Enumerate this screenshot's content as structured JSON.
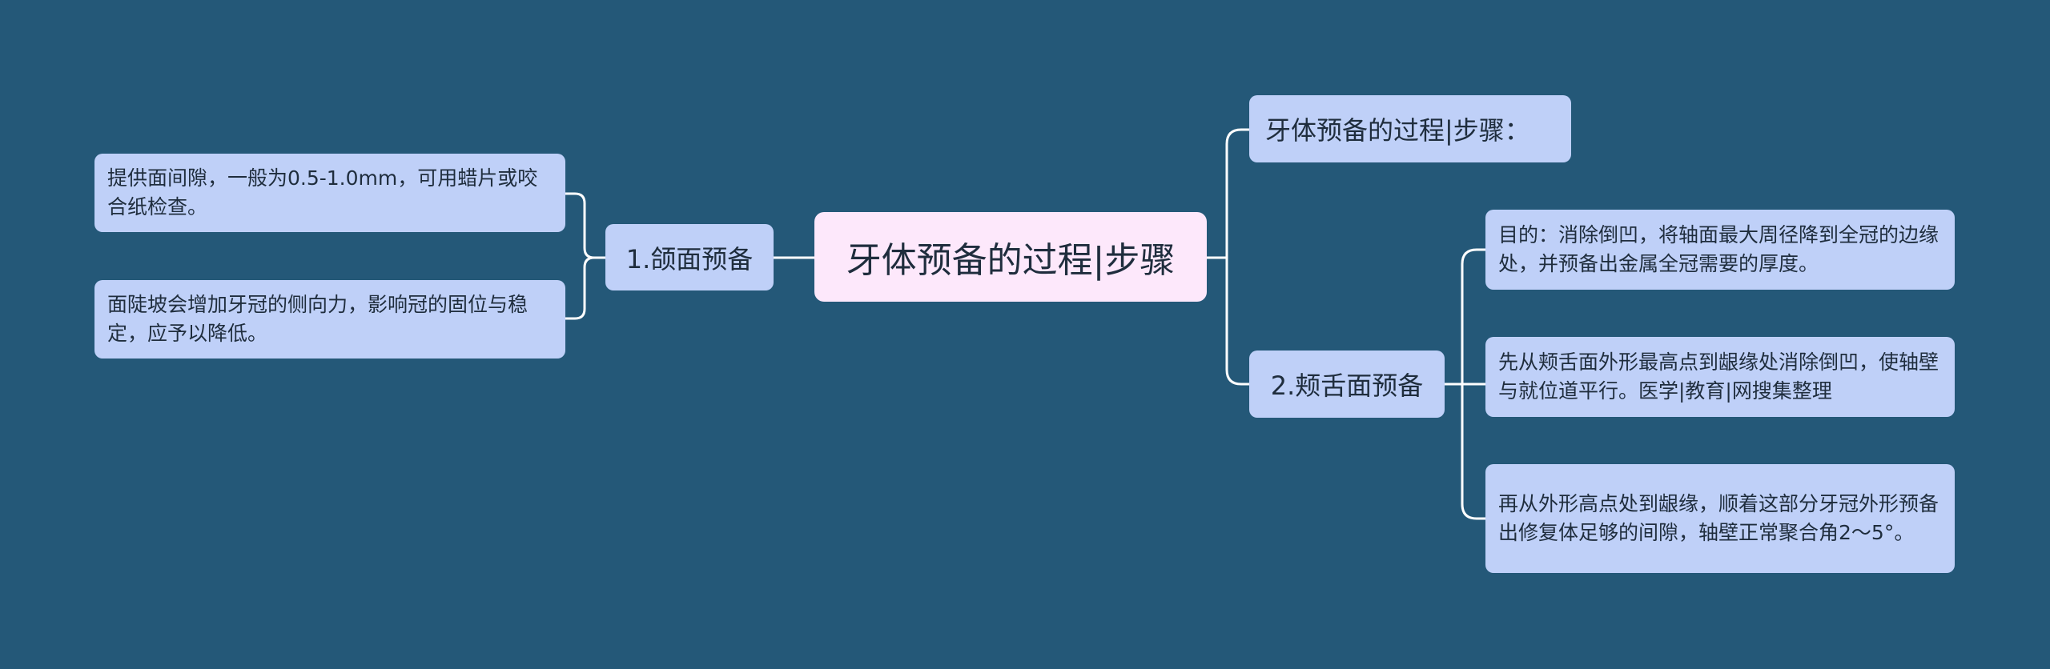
{
  "root": {
    "label": "牙体预备的过程|步骤"
  },
  "left_branch": {
    "label": "1.颌面预备",
    "children": [
      {
        "text": "提供面间隙，一般为0.5-1.0mm，可用蜡片或咬合纸检查。"
      },
      {
        "text": "面陡坡会增加牙冠的侧向力，影响冠的固位与稳定，应予以降低。"
      }
    ]
  },
  "right_title": {
    "label": "牙体预备的过程|步骤："
  },
  "right_branch": {
    "label": "2.颊舌面预备",
    "children": [
      {
        "text": "目的：消除倒凹，将轴面最大周径降到全冠的边缘处，并预备出金属全冠需要的厚度。"
      },
      {
        "text": "先从颊舌面外形最高点到龈缘处消除倒凹，使轴壁与就位道平行。医学|教育|网搜集整理"
      },
      {
        "text": "再从外形高点处到龈缘，顺着这部分牙冠外形预备出修复体足够的间隙，轴壁正常聚合角2～5°。"
      }
    ]
  },
  "colors": {
    "background": "#245878",
    "node": "#bfd0f8",
    "root": "#fde8fb",
    "connector": "#ffffff"
  }
}
